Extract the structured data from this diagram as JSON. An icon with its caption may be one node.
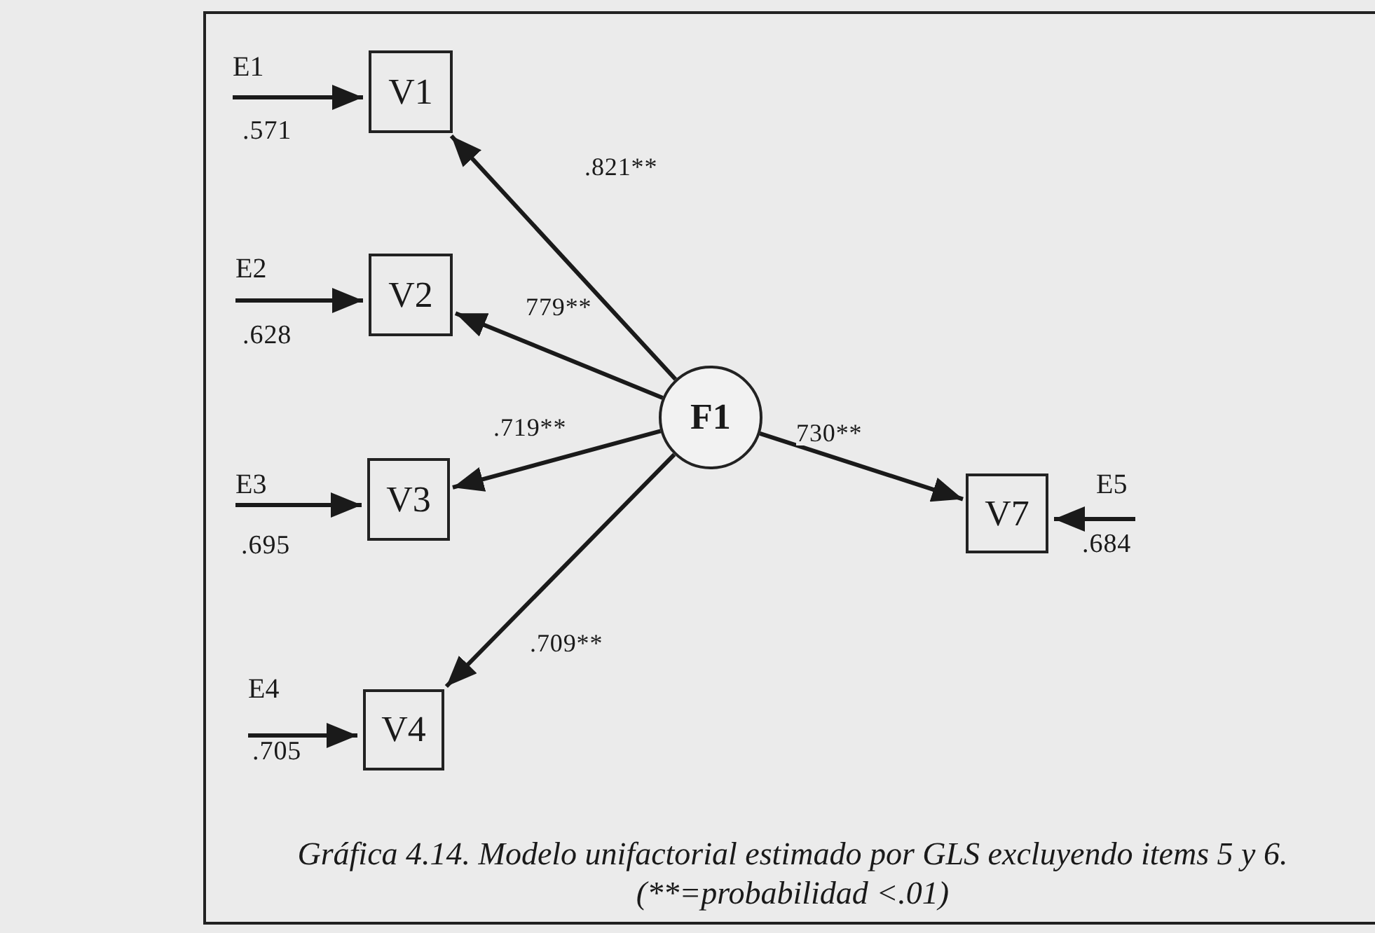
{
  "diagram": {
    "caption": "Gráfica 4.14. Modelo unifactorial estimado por GLS excluyendo items 5 y 6.",
    "nodes": [
      {
        "text": [
          "E1"
        ],
        "beside": [
          ".571"
        ]
      },
      {
        "text": [
          "V1"
        ]
      },
      {
        "text": [
          "E2"
        ],
        "beside": [
          ".628"
        ]
      },
      {
        "text": [
          "V2"
        ]
      },
      {
        "text": [
          "F1"
        ]
      },
      {
        "text": [
          "V7"
        ]
      },
      {
        "text": [
          "E5"
        ],
        "beside": [
          ".684"
        ]
      },
      {
        "text": [
          "E3"
        ],
        "beside": [
          ".695"
        ]
      },
      {
        "text": [
          "V3"
        ]
      },
      {
        "text": [
          "E4"
        ],
        "beside": [
          ".705"
        ]
      },
      {
        "text": [
          "V4"
        ]
      }
    ],
    "edges": [
      {
        "from": 0,
        "to": 1,
        "arrow": "to"
      },
      {
        "from": 2,
        "to": 3,
        "arrow": "to"
      },
      {
        "from": 7,
        "to": 8,
        "arrow": "to"
      },
      {
        "from": 9,
        "to": 10,
        "arrow": "to"
      },
      {
        "from": 6,
        "to": 5,
        "arrow": "to"
      },
      {
        "from": 4,
        "to": 1,
        "arrow": "to",
        "label": ".821**"
      },
      {
        "from": 4,
        "to": 3,
        "arrow": "to",
        "label": "779**"
      },
      {
        "from": 4,
        "to": 8,
        "arrow": "to",
        "label": ".719**"
      },
      {
        "from": 4,
        "to": 10,
        "arrow": "to",
        "label": ".709**"
      },
      {
        "from": 4,
        "to": 5,
        "arrow": "to",
        "label": "730**"
      }
    ],
    "labels": [
      "(**=probabilidad <.01)"
    ]
  }
}
